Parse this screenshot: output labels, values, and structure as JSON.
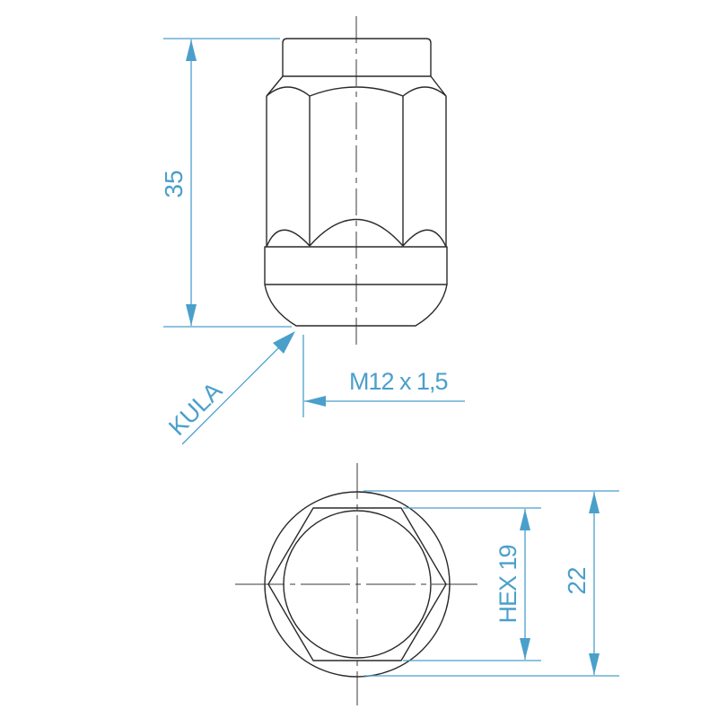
{
  "drawing": {
    "subject": "wheel lug nut technical drawing",
    "line_color": "#2a2a2a",
    "dimension_color": "#4a9fcb",
    "side_view": {
      "height_label": "35",
      "seat_label": "KULA",
      "thread_label": "M12 x 1,5"
    },
    "top_view": {
      "hex_label": "HEX 19",
      "diameter_label": "22"
    }
  }
}
